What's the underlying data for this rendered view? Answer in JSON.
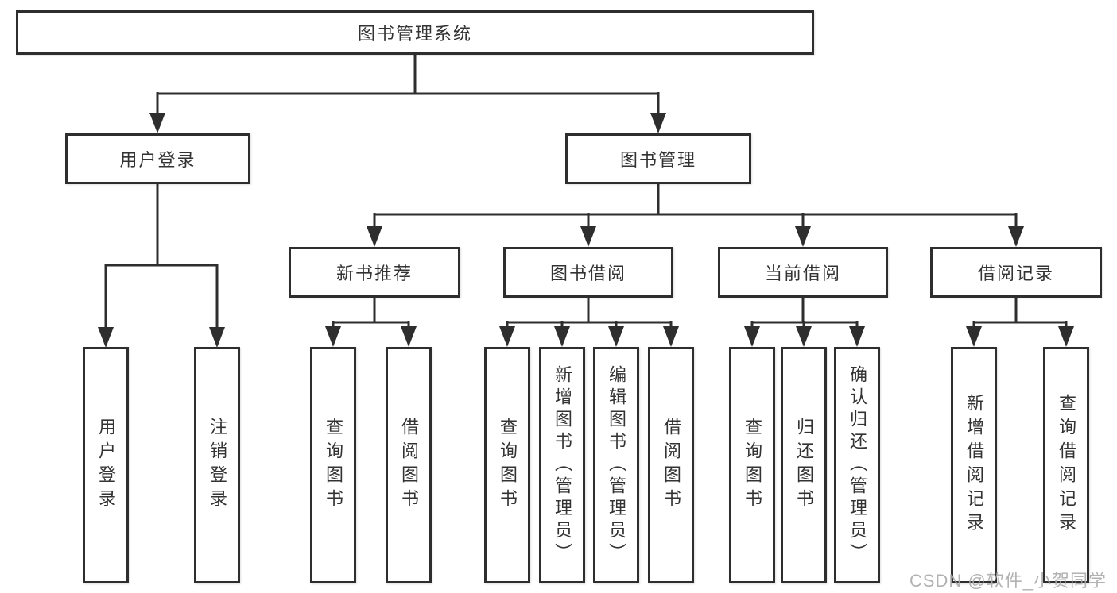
{
  "tree": {
    "label": "图书管理系统",
    "children": [
      {
        "label": "用户登录",
        "children": [
          {
            "label": "用户登录"
          },
          {
            "label": "注销登录"
          }
        ]
      },
      {
        "label": "图书管理",
        "children": [
          {
            "label": "新书推荐",
            "children": [
              {
                "label": "查询图书"
              },
              {
                "label": "借阅图书"
              }
            ]
          },
          {
            "label": "图书借阅",
            "children": [
              {
                "label": "查询图书"
              },
              {
                "label": "新增图书（管理员）"
              },
              {
                "label": "编辑图书（管理员）"
              },
              {
                "label": "借阅图书"
              }
            ]
          },
          {
            "label": "当前借阅",
            "children": [
              {
                "label": "查询图书"
              },
              {
                "label": "归还图书"
              },
              {
                "label": "确认归还（管理员）"
              }
            ]
          },
          {
            "label": "借阅记录",
            "children": [
              {
                "label": "新增借阅记录"
              },
              {
                "label": "查询借阅记录"
              }
            ]
          }
        ]
      }
    ]
  },
  "watermark": {
    "text": "CSDN @软件_小贺同学"
  },
  "colors": {
    "line": "#2e2e2e",
    "box_border": "#2e2e2e",
    "text": "#333333",
    "watermark": "#aaaaaa",
    "background": "#ffffff"
  }
}
